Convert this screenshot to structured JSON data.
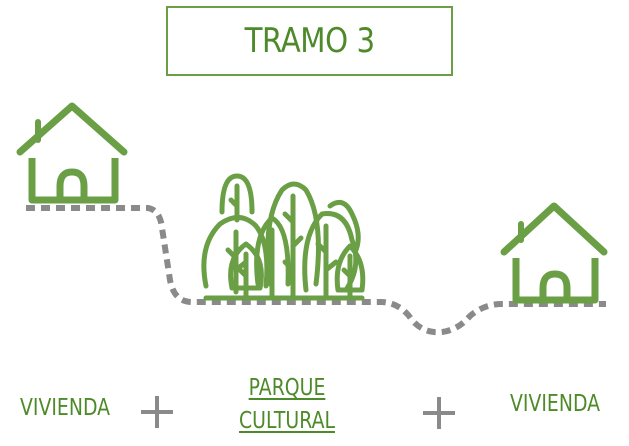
{
  "title": "TRAMO 3",
  "labels": {
    "left": "VIVIENDA",
    "center_line1": "PARQUE",
    "center_line2": "CULTURAL",
    "right": "VIVIENDA",
    "plus_symbol": "+"
  },
  "colors": {
    "accent_green": "#6a9f45",
    "text_green": "#4e8a2a",
    "path_gray": "#8a8a8a"
  },
  "icons": {
    "left": "house-icon",
    "center": "trees-icon",
    "right": "house-icon",
    "connector": "dotted-path"
  }
}
